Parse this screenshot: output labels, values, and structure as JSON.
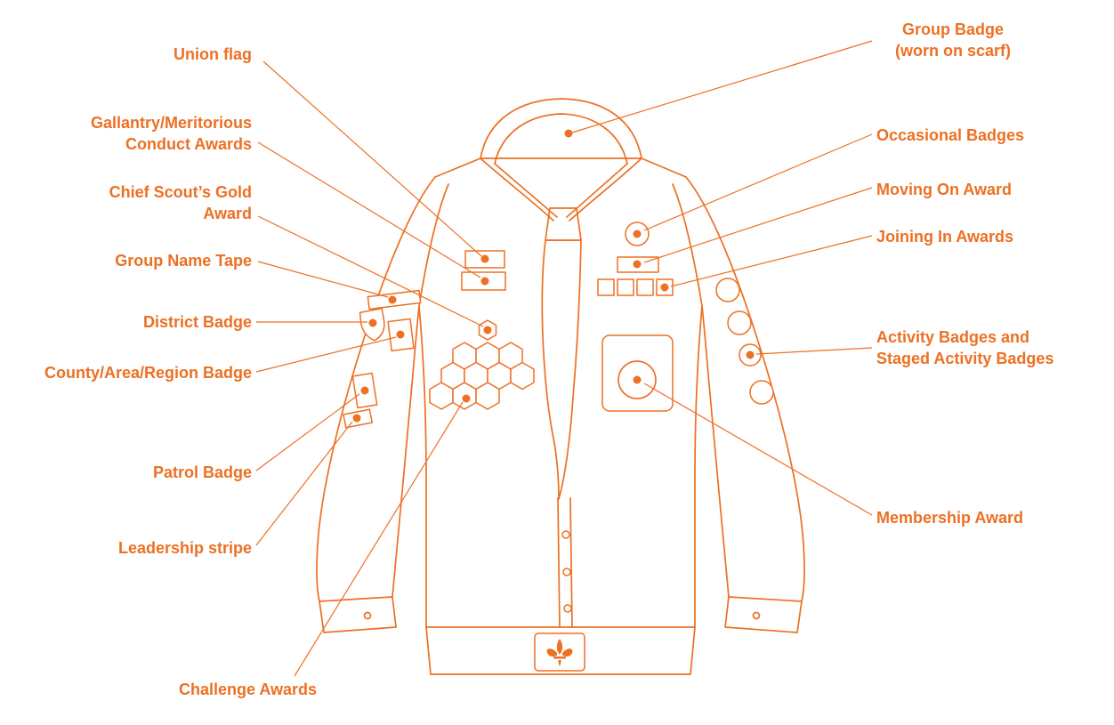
{
  "diagram": {
    "accent_color": "#ED7023",
    "background_color": "#FFFFFF",
    "subject": "Scout uniform badge placement diagram",
    "icons": {
      "belt_buckle": "fleur-de-lis-icon"
    }
  },
  "labels": {
    "union_flag": "Union flag",
    "gallantry": "Gallantry/Meritorious\nConduct Awards",
    "chief_scout_gold": "Chief Scout’s Gold\nAward",
    "group_name_tape": "Group Name Tape",
    "district_badge": "District Badge",
    "county_area_region": "County/Area/Region Badge",
    "patrol_badge": "Patrol Badge",
    "leadership_stripe": "Leadership stripe",
    "challenge_awards": "Challenge Awards",
    "group_badge": "Group Badge\n(worn on scarf)",
    "occasional_badges": "Occasional Badges",
    "moving_on_award": "Moving On Award",
    "joining_in_awards": "Joining In Awards",
    "activity_badges": "Activity Badges and\nStaged Activity Badges",
    "membership_award": "Membership Award"
  }
}
